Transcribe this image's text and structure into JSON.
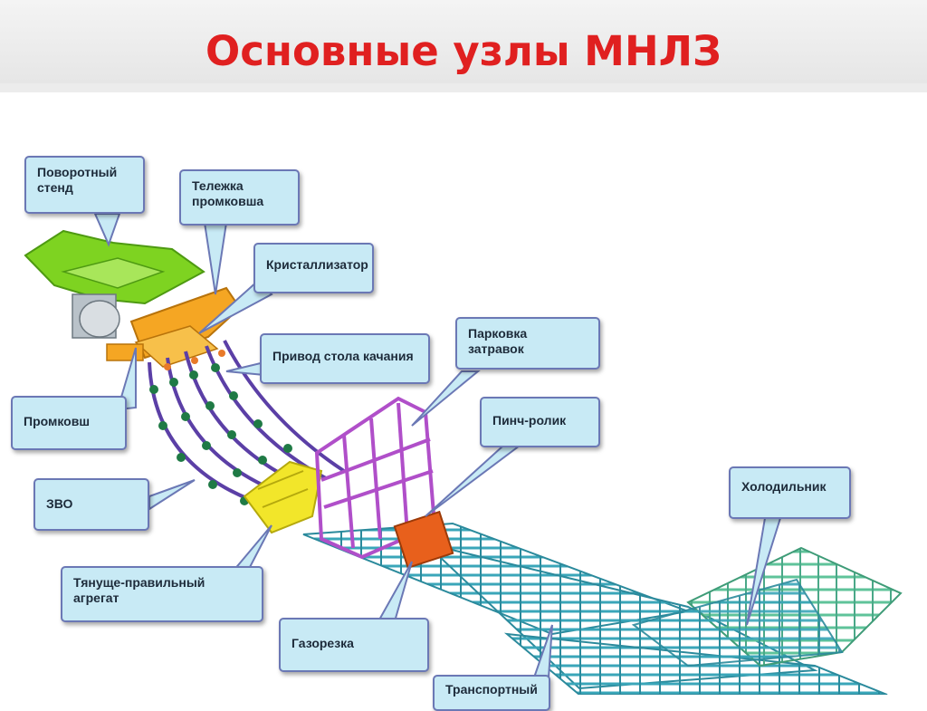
{
  "slide": {
    "title": "Основные узлы МНЛЗ"
  },
  "callouts": {
    "povorotny_stend": "Поворотный\nстенд",
    "telezhka": "Тележка\nпромковша",
    "kristallizator": "Кристаллизатор",
    "privod": "Привод стола качания",
    "parkovka": "Парковка\nзатравок",
    "promkovsh": "Промковш",
    "pinch": "Пинч-ролик",
    "holodilnik": "Холодильник",
    "zvo": "ЗВО",
    "tyanusche": "Тянуще-правильный\nагрегат",
    "gazorezka": "Газорезка",
    "transportny": "Транспортный"
  },
  "colors": {
    "title": "#e02020",
    "callout_fill": "#c8eaf5",
    "callout_border": "#6b78b5",
    "turret_green": "#7ed321",
    "tundish_orange": "#f5a623",
    "strand_purple": "#5b3fa6",
    "rolls_green": "#1f7a45",
    "straightener_yellow": "#f2e62a",
    "parking_magenta": "#b04fc9",
    "torch_orange": "#e8601c",
    "conveyor_teal": "#3aa6b9",
    "cooler_green": "#5fc39a"
  }
}
